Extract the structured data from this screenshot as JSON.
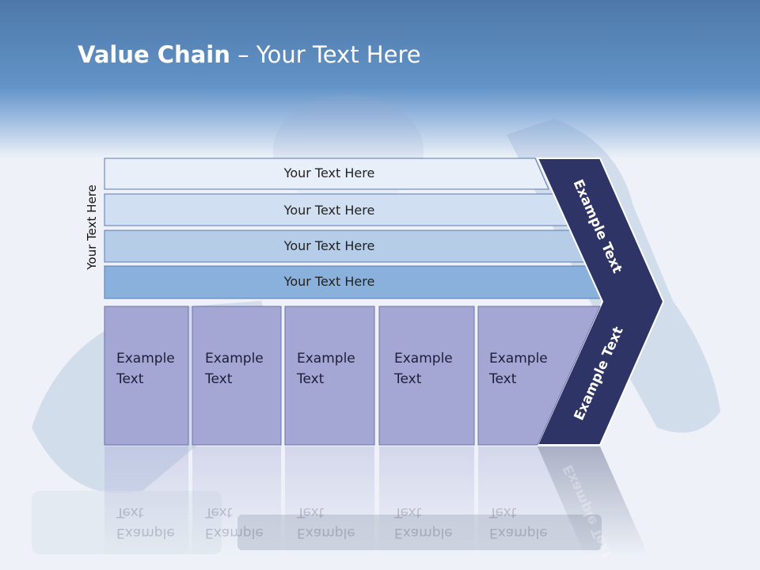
{
  "title": {
    "bold": "Value Chain",
    "rest": " – Your Text Here"
  },
  "side_label": "Your Text Here",
  "bars": [
    {
      "label": "Your Text Here",
      "color": "#e8eff9"
    },
    {
      "label": "Your Text Here",
      "color": "#d0e0f2"
    },
    {
      "label": "Your Text Here",
      "color": "#b6cde8"
    },
    {
      "label": "Your Text Here",
      "color": "#89b1db"
    }
  ],
  "cells": [
    {
      "label": "Example Text"
    },
    {
      "label": "Example Text"
    },
    {
      "label": "Example Text"
    },
    {
      "label": "Example Text"
    },
    {
      "label": "Example Text"
    }
  ],
  "arrow_top_label": "Example Text",
  "arrow_bottom_label": "Example Text",
  "colors": {
    "header": "#5f8dc2",
    "arrow": "#2e3466",
    "cell": "#a4a6d3"
  }
}
